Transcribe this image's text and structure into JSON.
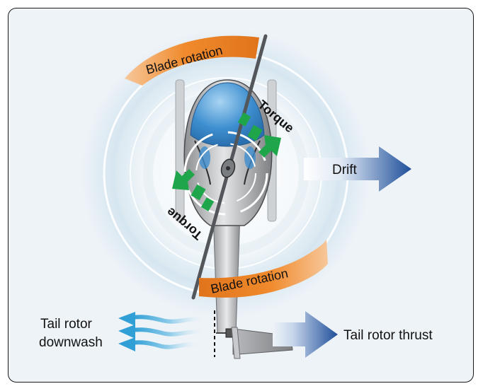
{
  "labels": {
    "blade_rotation_top": "Blade rotation",
    "blade_rotation_bottom": "Blade rotation",
    "torque_right": "Torque",
    "torque_left": "Torque",
    "drift": "Drift",
    "tail_rotor_downwash_line1": "Tail rotor",
    "tail_rotor_downwash_line2": "downwash",
    "tail_rotor_thrust": "Tail rotor thrust"
  },
  "colors": {
    "rotor_band": "#f08a2c",
    "torque_arrow": "#1fa54a",
    "drift_arrow": "#1f4f9a",
    "downwash_arrow": "#3aa6d8",
    "canopy": "#3e8fd0"
  }
}
